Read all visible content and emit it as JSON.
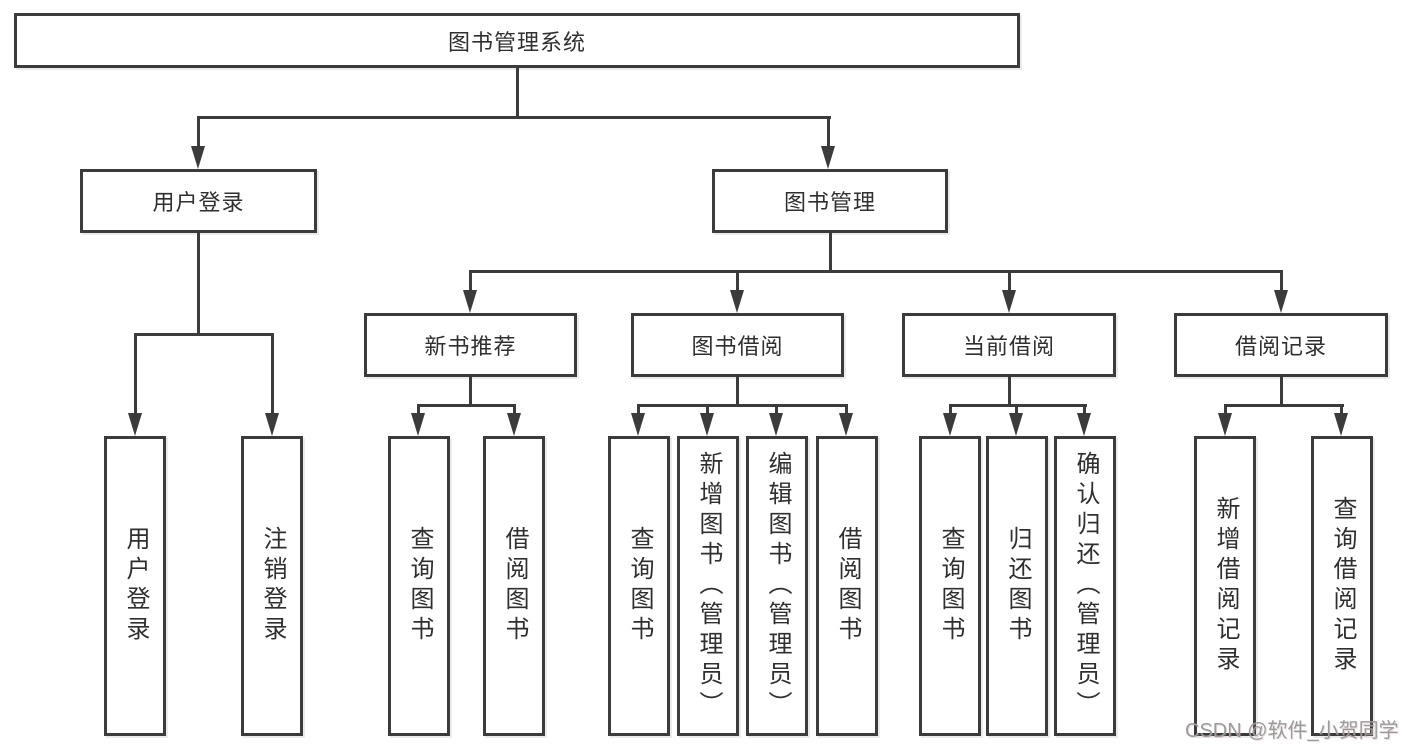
{
  "diagram": {
    "root": {
      "label": "图书管理系统"
    },
    "level2": [
      {
        "label": "用户登录"
      },
      {
        "label": "图书管理"
      }
    ],
    "level3": [
      {
        "label": "新书推荐"
      },
      {
        "label": "图书借阅"
      },
      {
        "label": "当前借阅"
      },
      {
        "label": "借阅记录"
      }
    ],
    "leaves": [
      {
        "label": "用户登录"
      },
      {
        "label": "注销登录"
      },
      {
        "label": "查询图书"
      },
      {
        "label": "借阅图书"
      },
      {
        "label": "查询图书"
      },
      {
        "label": "新增图书（管理员）"
      },
      {
        "label": "编辑图书（管理员）"
      },
      {
        "label": "借阅图书"
      },
      {
        "label": "查询图书"
      },
      {
        "label": "归还图书"
      },
      {
        "label": "确认归还（管理员）"
      },
      {
        "label": "新增借阅记录"
      },
      {
        "label": "查询借阅记录"
      }
    ],
    "watermark": "CSDN @软件_小贺同学",
    "colors": {
      "line": "#3b3b3b",
      "text": "#2f2f2f",
      "watermark": "#9b9b9b",
      "background": "#ffffff"
    }
  }
}
